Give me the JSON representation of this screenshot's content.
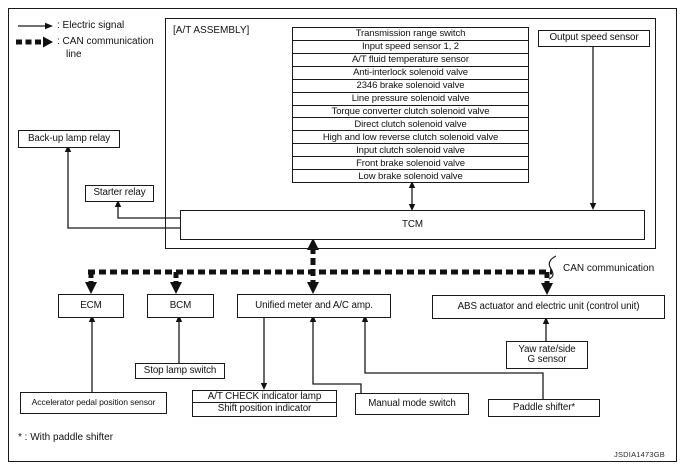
{
  "legend": {
    "electric_label": ": Electric signal",
    "can_label_line1": ": CAN communication",
    "can_label_line2": "line"
  },
  "assembly": {
    "title": "[A/T ASSEMBLY]",
    "components": [
      "Transmission range switch",
      "Input speed sensor 1, 2",
      "A/T fluid temperature sensor",
      "Anti-interlock solenoid valve",
      "2346 brake solenoid valve",
      "Line pressure solenoid valve",
      "Torque converter clutch solenoid valve",
      "Direct clutch solenoid valve",
      "High and low reverse clutch solenoid valve",
      "Input clutch solenoid valve",
      "Front brake solenoid valve",
      "Low brake solenoid valve"
    ],
    "tcm_label": "TCM"
  },
  "nodes": {
    "output_speed_sensor": "Output speed sensor",
    "backup_lamp_relay": "Back-up lamp relay",
    "starter_relay": "Starter relay",
    "ecm": "ECM",
    "bcm": "BCM",
    "unified_meter": "Unified meter and A/C amp.",
    "abs_unit": "ABS actuator and electric unit (control unit)",
    "yaw_sensor_line1": "Yaw rate/side",
    "yaw_sensor_line2": "G sensor",
    "stop_lamp_switch": "Stop lamp switch",
    "accelerator_sensor": "Accelerator pedal position sensor",
    "at_check_lamp": "A/T CHECK indicator lamp",
    "shift_indicator": "Shift position indicator",
    "manual_mode_switch": "Manual mode switch",
    "paddle_shifter": "Paddle shifter*"
  },
  "annotations": {
    "can_label": "CAN communication",
    "footnote": "* : With paddle shifter",
    "figure_id": "JSDIA1473GB"
  },
  "colors": {
    "line": "#1a1a1a",
    "background": "#ffffff"
  }
}
